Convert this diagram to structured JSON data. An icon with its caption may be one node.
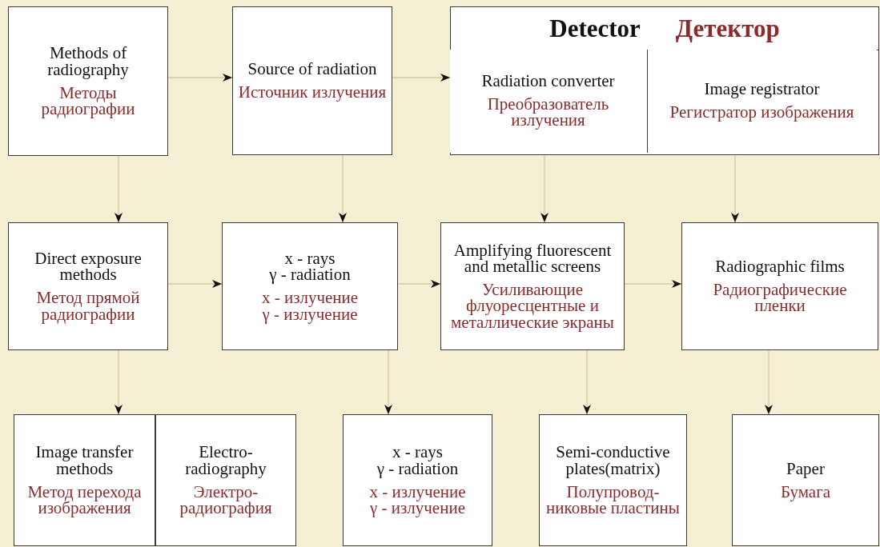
{
  "diagram": {
    "nodes": [
      {
        "text": [
          "Methods of radiography",
          "Методы радиографии"
        ]
      },
      {
        "text": [
          "Source of radiation",
          "Источник излучения"
        ]
      },
      {
        "text": [
          "Detector",
          "Детектор"
        ]
      },
      {
        "text": [
          "Radiation converter",
          "Преобразователь излучения"
        ],
        "in": 2
      },
      {
        "text": [
          "Image registrator",
          "Регистратор изображения"
        ],
        "in": 2
      },
      {
        "text": [
          "Direct exposure methods",
          "Метод прямой радиографии"
        ]
      },
      {
        "text": [
          "x - rays",
          "γ - radiation",
          "x - излучение",
          "γ - излучение"
        ]
      },
      {
        "text": [
          "Amplifying fluorescent and metallic screens",
          "Усиливающие флуоресцентные и металлические экраны"
        ]
      },
      {
        "text": [
          "Radiographic films",
          "Радиографические пленки"
        ]
      },
      {
        "text": [
          "Image transfer methods",
          "Метод перехода изображения"
        ]
      },
      {
        "text": [
          "Electro- radiography",
          "Электро- радиография"
        ]
      },
      {
        "text": [
          "x - rays",
          "γ - radiation",
          "x - излучение",
          "γ - излучение"
        ]
      },
      {
        "text": [
          "Semi-conductive plates(matrix)",
          "Полупровод- никовые пластины"
        ]
      },
      {
        "text": [
          "Paper",
          "Бумага"
        ]
      }
    ],
    "edges": [
      {
        "from": 0,
        "to": 1,
        "arrow": "to"
      },
      {
        "from": 1,
        "to": 2,
        "arrow": "to"
      },
      {
        "from": 0,
        "to": 5,
        "arrow": "to"
      },
      {
        "from": 1,
        "to": 6,
        "arrow": "to"
      },
      {
        "from": 3,
        "to": 7,
        "arrow": "to"
      },
      {
        "from": 4,
        "to": 8,
        "arrow": "to"
      },
      {
        "from": 5,
        "to": 6,
        "arrow": "to"
      },
      {
        "from": 6,
        "to": 7,
        "arrow": "to"
      },
      {
        "from": 7,
        "to": 8,
        "arrow": "to"
      },
      {
        "from": 5,
        "to": 9,
        "arrow": "to"
      },
      {
        "from": 6,
        "to": 11,
        "arrow": "to"
      },
      {
        "from": 7,
        "to": 12,
        "arrow": "to"
      },
      {
        "from": 8,
        "to": 13,
        "arrow": "to"
      }
    ]
  }
}
